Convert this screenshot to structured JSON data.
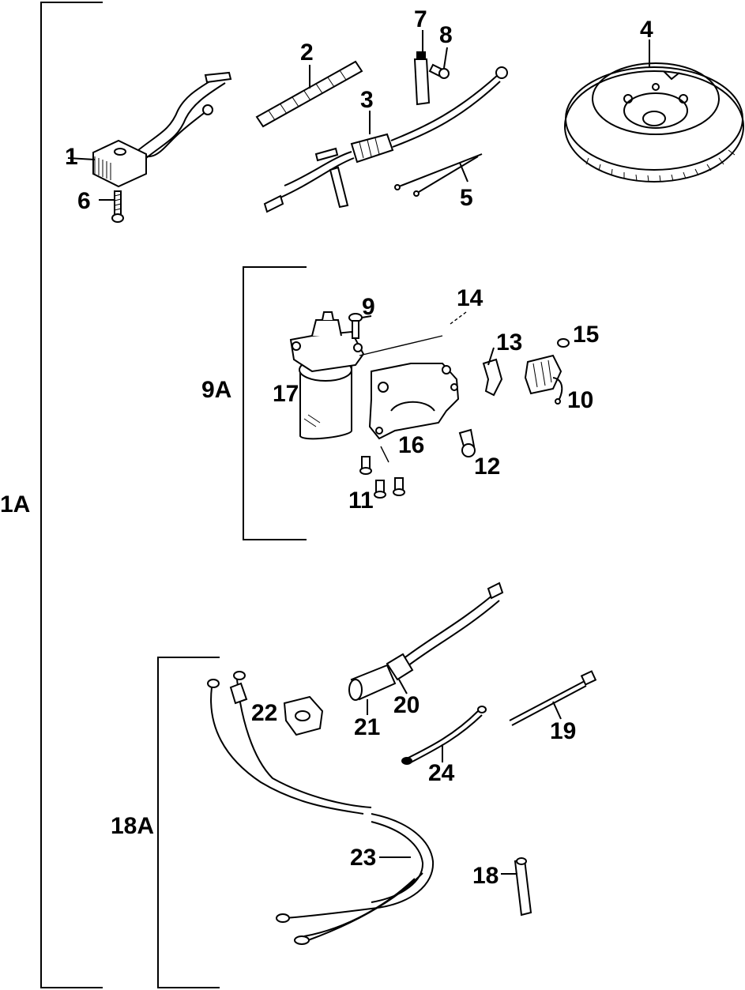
{
  "groups": {
    "group_1A": "1A",
    "group_9A": "9A",
    "group_18A": "18A"
  },
  "callouts": {
    "c1": "1",
    "c2": "2",
    "c3": "3",
    "c4": "4",
    "c5": "5",
    "c6": "6",
    "c7": "7",
    "c8": "8",
    "c9": "9",
    "c10": "10",
    "c11": "11",
    "c12": "12",
    "c13": "13",
    "c14": "14",
    "c15": "15",
    "c16": "16",
    "c17": "17",
    "c18": "18",
    "c19": "19",
    "c20": "20",
    "c21": "21",
    "c22": "22",
    "c23": "23",
    "c24": "24"
  },
  "colors": {
    "ink": "#000000",
    "paper": "#ffffff"
  }
}
